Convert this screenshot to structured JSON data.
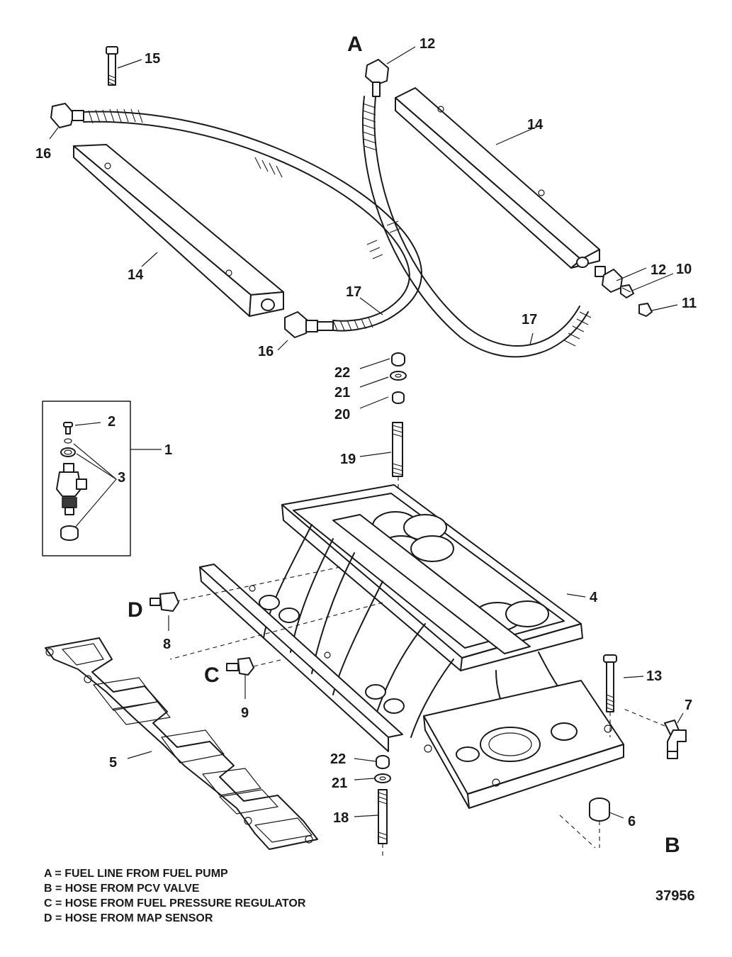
{
  "callouts": {
    "c1": "1",
    "c2": "2",
    "c3": "3",
    "c4": "4",
    "c5": "5",
    "c6": "6",
    "c7": "7",
    "c8": "8",
    "c9": "9",
    "c10": "10",
    "c11": "11",
    "c12a": "12",
    "c12b": "12",
    "c13": "13",
    "c14a": "14",
    "c14b": "14",
    "c15": "15",
    "c16a": "16",
    "c16b": "16",
    "c17a": "17",
    "c17b": "17",
    "c18": "18",
    "c19": "19",
    "c20": "20",
    "c21a": "21",
    "c21b": "21",
    "c22a": "22",
    "c22b": "22"
  },
  "connection_letters": {
    "a": "A",
    "b": "B",
    "c": "C",
    "d": "D"
  },
  "legend": [
    "A = FUEL LINE FROM FUEL PUMP",
    "B = HOSE FROM PCV VALVE",
    "C = HOSE FROM FUEL PRESSURE REGULATOR",
    "D = HOSE FROM MAP SENSOR"
  ],
  "figure_number": "37956",
  "colors": {
    "line": "#1a1a1a",
    "background": "#ffffff"
  }
}
